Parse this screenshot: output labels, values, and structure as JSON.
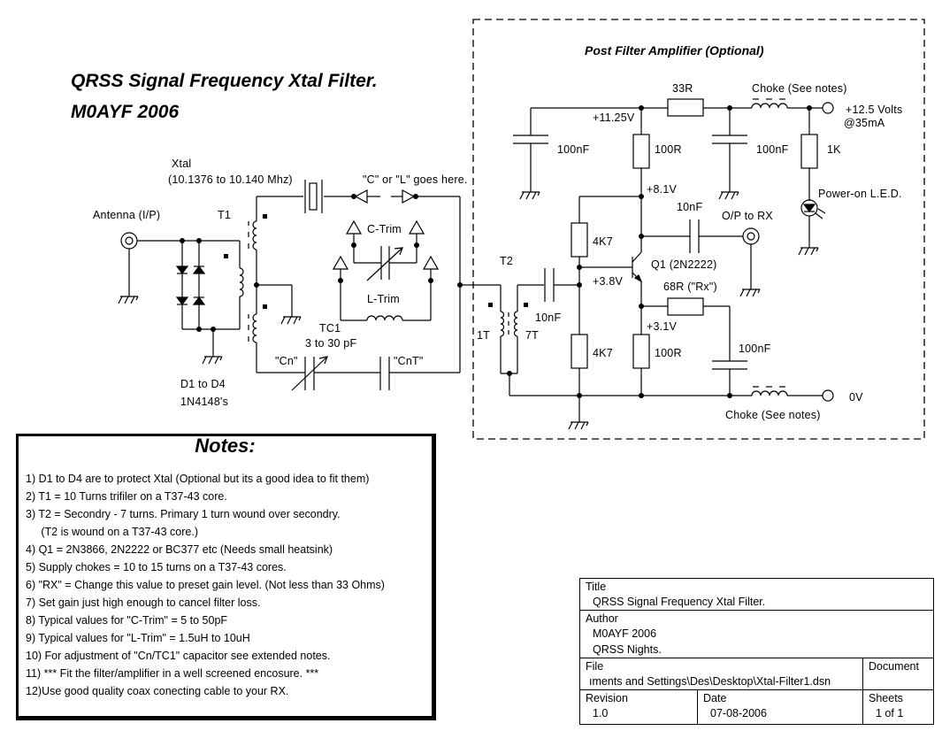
{
  "header": {
    "title": "QRSS Signal Frequency Xtal Filter.",
    "subtitle": "M0AYF 2006"
  },
  "filter": {
    "xtal_label": "Xtal",
    "xtal_freq": "(10.1376 to 10.140 Mhz)",
    "c_or_l_label": "\"C\" or \"L\" goes here.",
    "antenna_label": "Antenna (I/P)",
    "t1_label": "T1",
    "ctrim_label": "C-Trim",
    "ltrim_label": "L-Trim",
    "tc1_label": "TC1",
    "tc1_value": "3 to 30 pF",
    "cn_label": "\"Cn\"",
    "cnt_label": "\"CnT\"",
    "diodes_label": "D1 to D4",
    "diodes_part": "1N4148's"
  },
  "amplifier": {
    "title": "Post Filter Amplifier (Optional)",
    "r33_label": "33R",
    "choke_top_label": "Choke (See notes)",
    "supply_label": "+12.5 Volts",
    "supply_current": "@35mA",
    "v1125": "+11.25V",
    "c1_label": "100nF",
    "r100_top_label": "100R",
    "c2_label": "100nF",
    "r1k_label": "1K",
    "led_label": "Power-on L.E.D.",
    "v81": "+8.1V",
    "c10n_out_label": "10nF",
    "op_label": "O/P to RX",
    "t2_label": "T2",
    "r4k7_top_label": "4K7",
    "q1_label": "Q1 (2N2222)",
    "v38": "+3.8V",
    "r68_label": "68R (\"Rx\")",
    "c10n_in_label": "10nF",
    "t2_primary": "1T",
    "t2_secondary": "7T",
    "v31": "+3.1V",
    "r4k7_bot_label": "4K7",
    "r100_bot_label": "100R",
    "c3_label": "100nF",
    "zero_v_label": "0V",
    "choke_bot_label": "Choke (See notes)"
  },
  "notes": {
    "title": "Notes:",
    "items": [
      " 1) D1 to D4 are to protect Xtal (Optional but its a good idea to fit them)",
      " 2) T1 = 10 Turns trifiler on a T37-43 core.",
      " 3) T2 = Secondry - 7 turns. Primary 1 turn wound over secondry.",
      "     (T2 is wound on a T37-43 core.)",
      " 4) Q1 = 2N3866, 2N2222 or BC377 etc (Needs small heatsink)",
      " 5) Supply chokes = 10 to 15 turns on a T37-43 cores.",
      " 6) \"RX\" = Change this value to preset gain level. (Not less than 33 Ohms)",
      " 7) Set gain just high enough to cancel filter loss.",
      " 8) Typical values for \"C-Trim\" = 5 to 50pF",
      " 9) Typical values for \"L-Trim\" = 1.5uH to 10uH",
      "10) For adjustment of \"Cn/TC1\" capacitor see extended notes.",
      "11) *** Fit the filter/amplifier in a well screened encosure. ***",
      "12)Use good quality coax conecting cable to your RX."
    ]
  },
  "title_block": {
    "title_label": "Title",
    "title_value": "QRSS Signal Frequency Xtal Filter.",
    "author_label": "Author",
    "author_line1": "M0AYF 2006",
    "author_line2": "QRSS Nights.",
    "file_label": "File",
    "file_value": "ıments and Settings\\Des\\Desktop\\Xtal-Filter1.dsn",
    "document_label": "Document",
    "revision_label": "Revision",
    "revision_value": "1.0",
    "date_label": "Date",
    "date_value": "07-08-2006",
    "sheets_label": "Sheets",
    "sheets_value": "1 of 1"
  }
}
